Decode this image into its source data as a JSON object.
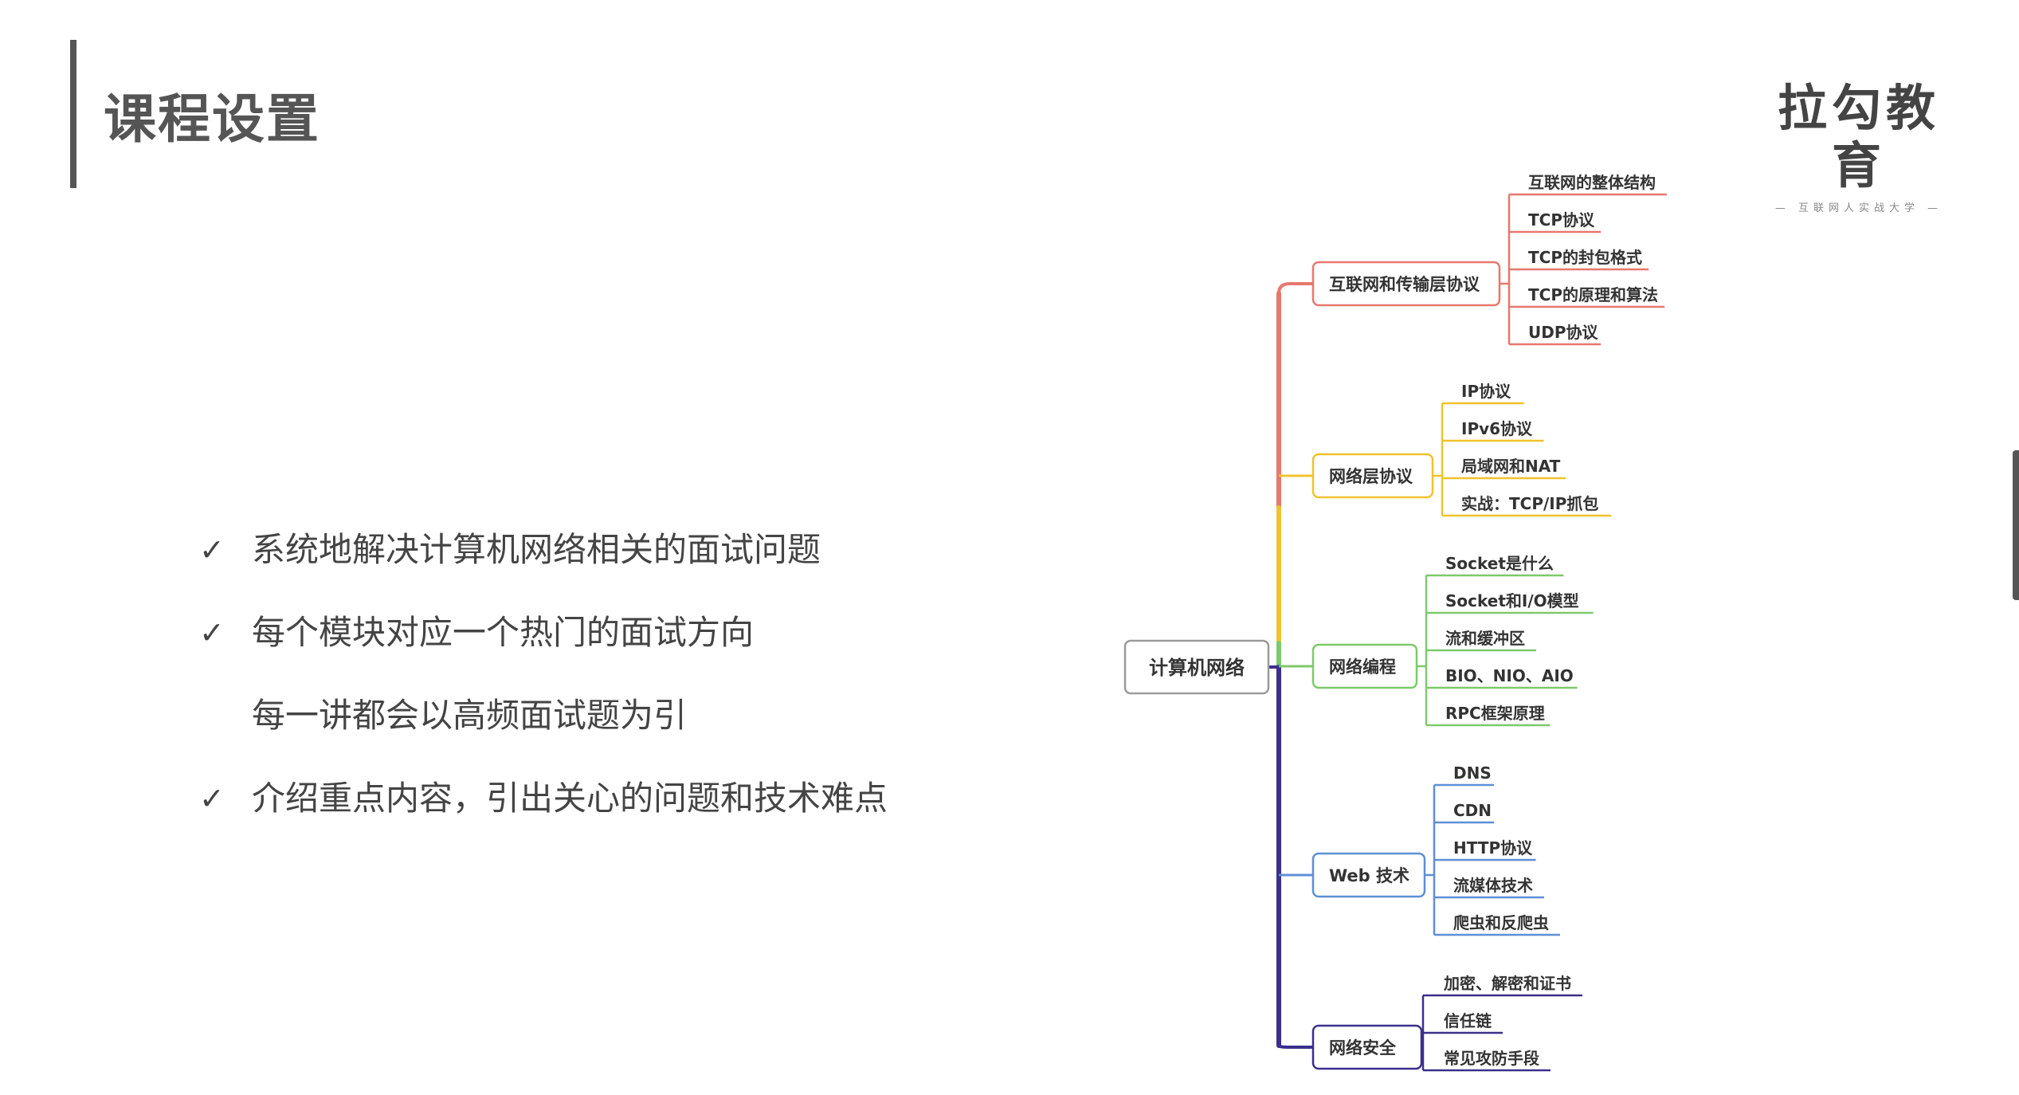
{
  "slide": {
    "title": "课程设置"
  },
  "logo": {
    "main": "拉勾教育",
    "sub": "— 互联网人实战大学 —"
  },
  "bullets": [
    {
      "check": "✓",
      "text": "系统地解决计算机网络相关的面试问题"
    },
    {
      "check": "✓",
      "text": "每个模块对应一个热门的面试方向"
    },
    {
      "check": "",
      "text": "每一讲都会以高频面试题为引"
    },
    {
      "check": "✓",
      "text": "介绍重点内容，引出关心的问题和技术难点"
    }
  ],
  "mindmap": {
    "root": "计算机网络",
    "branches": [
      {
        "label": "互联网和传输层协议",
        "color": "#e8776f",
        "children": [
          "互联网的整体结构",
          "TCP协议",
          "TCP的封包格式",
          "TCP的原理和算法",
          "UDP协议"
        ]
      },
      {
        "label": "网络层协议",
        "color": "#f2c22e",
        "children": [
          "IP协议",
          "IPv6协议",
          "局域网和NAT",
          "实战：TCP/IP抓包"
        ]
      },
      {
        "label": "网络编程",
        "color": "#7dc96b",
        "children": [
          "Socket是什么",
          "Socket和I/O模型",
          "流和缓冲区",
          "BIO、NIO、AIO",
          "RPC框架原理"
        ]
      },
      {
        "label": "Web 技术",
        "color": "#5d8fd6",
        "children": [
          "DNS",
          "CDN",
          "HTTP协议",
          "流媒体技术",
          "爬虫和反爬虫"
        ]
      },
      {
        "label": "网络安全",
        "color": "#3b2f8c",
        "children": [
          "加密、解密和证书",
          "信任链",
          "常见攻防手段"
        ]
      }
    ]
  }
}
